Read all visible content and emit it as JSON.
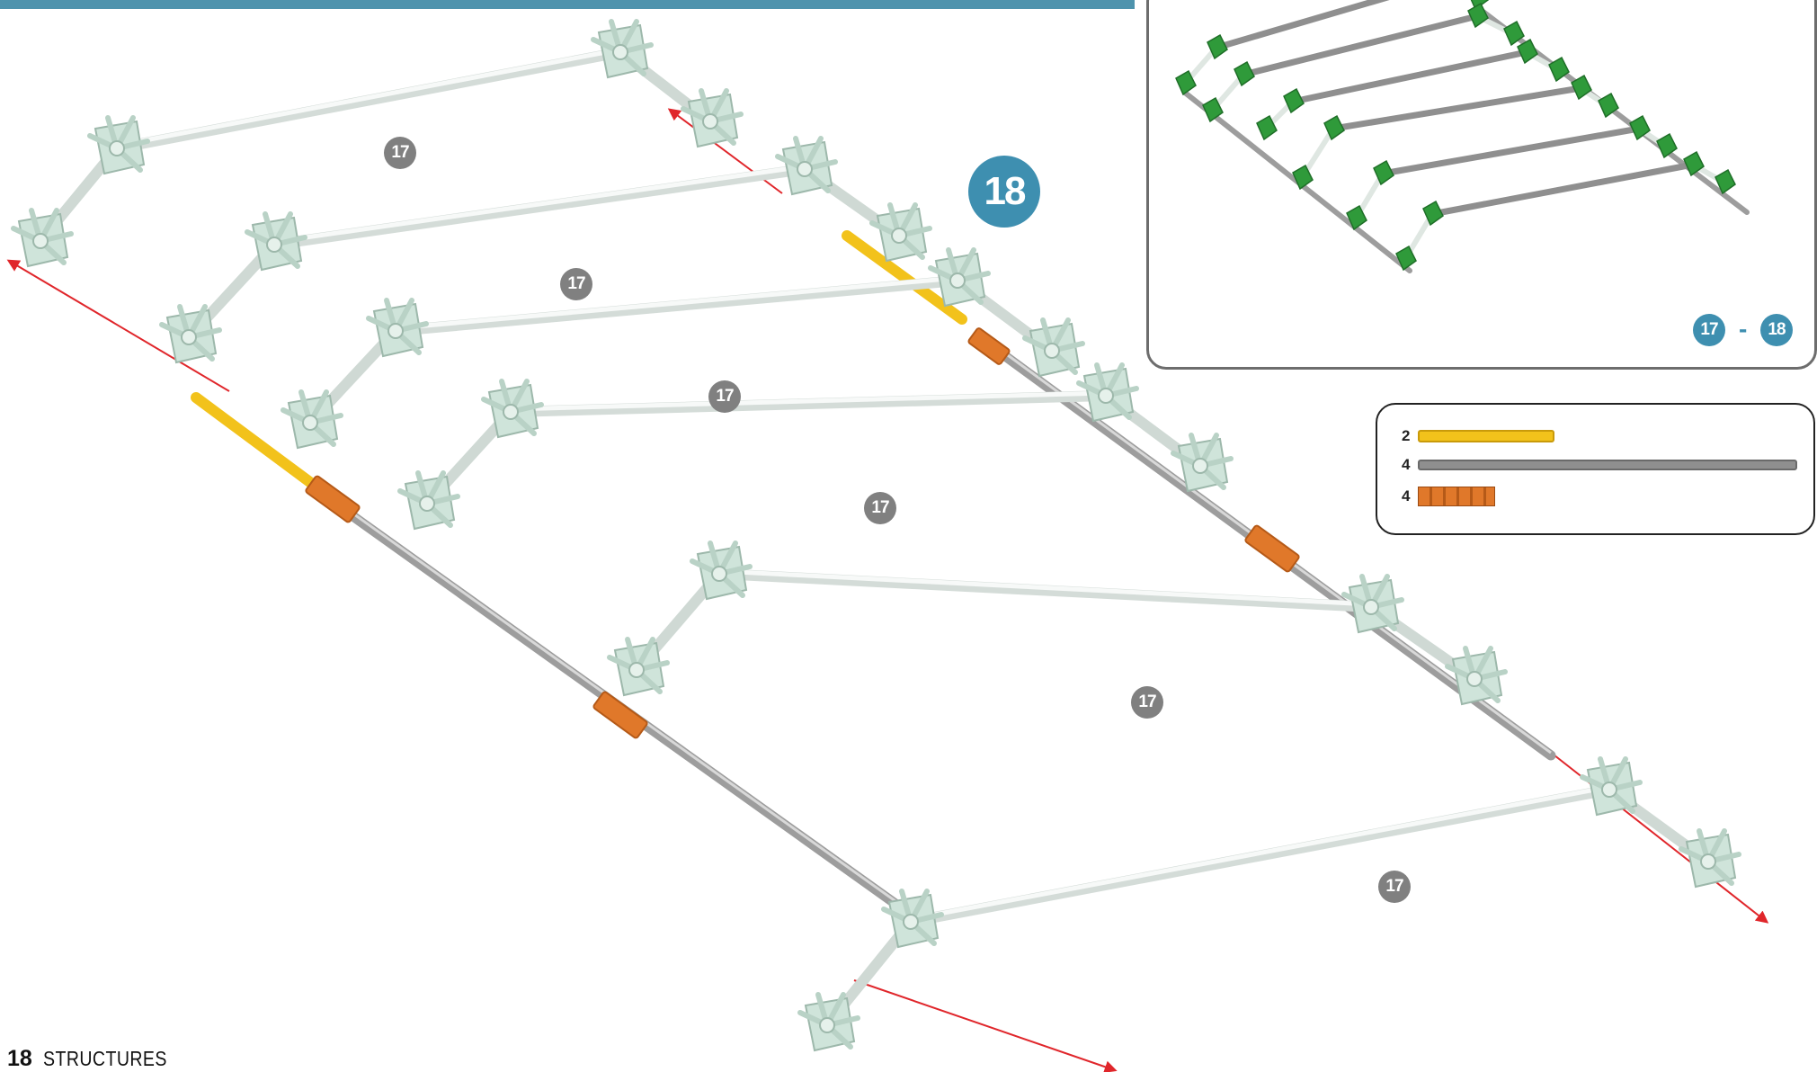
{
  "step": {
    "number": "18"
  },
  "frames": [
    {
      "label": "17"
    },
    {
      "label": "17"
    },
    {
      "label": "17"
    },
    {
      "label": "17"
    },
    {
      "label": "17"
    },
    {
      "label": "17"
    }
  ],
  "inset": {
    "range_start": "17",
    "range_separator": "-",
    "range_end": "18"
  },
  "parts": [
    {
      "quantity": "2",
      "part": "yellow rod",
      "color": "#f2c21b"
    },
    {
      "quantity": "4",
      "part": "gray rod",
      "color": "#8f8f8f"
    },
    {
      "quantity": "4",
      "part": "orange connector",
      "color": "#e0782a"
    }
  ],
  "footer": {
    "page_number": "18",
    "section_title": "STRUCTURES"
  },
  "colors": {
    "header_bar": "#4e93ad",
    "step_badge": "#3e8fb0",
    "frame_badge": "#808080",
    "connector_light": "#cfe4da",
    "connector_green": "#2f9a3a",
    "arrow": "#e0262b"
  }
}
